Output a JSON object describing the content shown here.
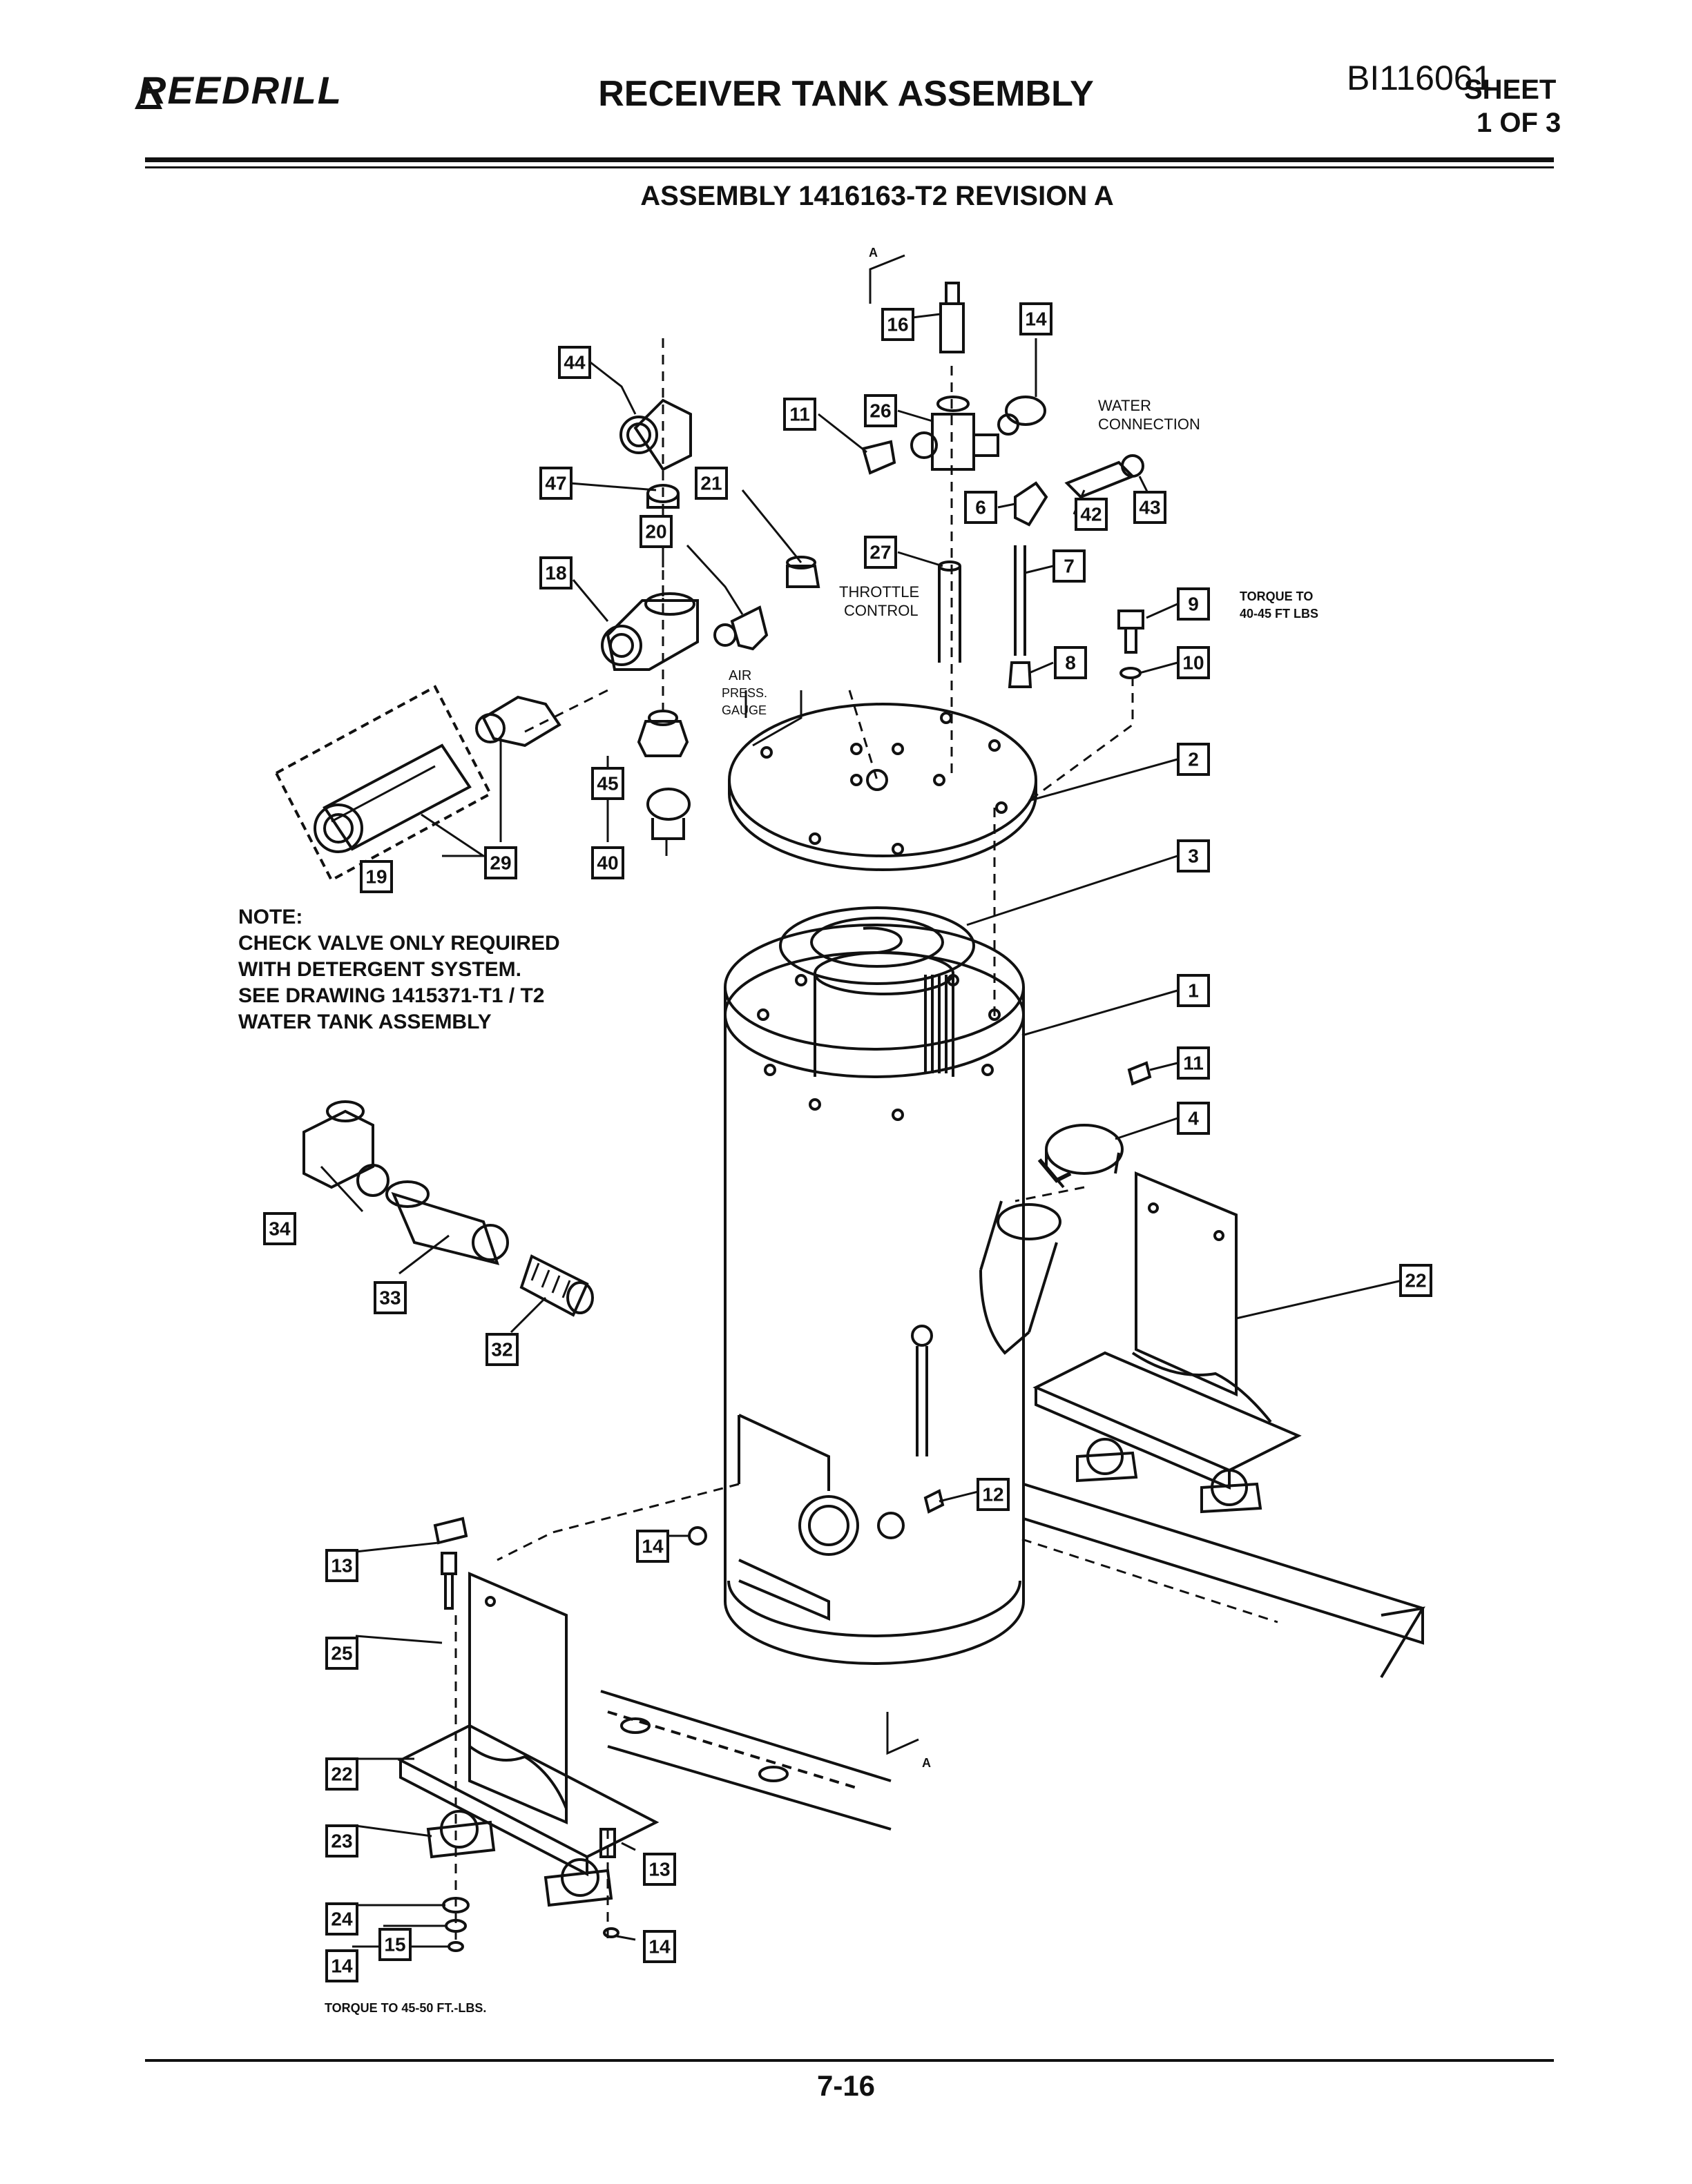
{
  "header": {
    "logo_text": "REEDRILL",
    "title": "RECEIVER TANK ASSEMBLY",
    "doc_id": "BI116061",
    "sheet_line1": "SHEET",
    "sheet_line2": "1 OF 3"
  },
  "subtitle": "ASSEMBLY 1416163-T2 REVISION A",
  "note": {
    "line1": "NOTE:",
    "line2": "CHECK VALVE ONLY REQUIRED",
    "line3": "WITH DETERGENT SYSTEM.",
    "line4": "SEE DRAWING 1415371-T1 / T2",
    "line5": "WATER TANK ASSEMBLY"
  },
  "callouts": {
    "water_connection_1": "WATER",
    "water_connection_2": "CONNECTION",
    "throttle_1": "THROTTLE",
    "throttle_2": "CONTROL",
    "air_1": "AIR",
    "air_2": "PRESS.",
    "air_3": "GAUGE",
    "torque_9_1": "TORQUE TO",
    "torque_9_2": "40-45 FT LBS",
    "torque_bottom": "TORQUE TO 45-50 FT.-LBS.",
    "section_a": "A"
  },
  "part_numbers": {
    "p44": "44",
    "p47": "47",
    "p20": "20",
    "p21": "21",
    "p18": "18",
    "p16": "16",
    "p14a": "14",
    "p11a": "11",
    "p26": "26",
    "p6": "6",
    "p42": "42",
    "p43": "43",
    "p27": "27",
    "p7": "7",
    "p9": "9",
    "p8": "8",
    "p10": "10",
    "p2": "2",
    "p3": "3",
    "p1": "1",
    "p11b": "11",
    "p4": "4",
    "p22a": "22",
    "p19": "19",
    "p29": "29",
    "p45": "45",
    "p40": "40",
    "p34": "34",
    "p33": "33",
    "p32": "32",
    "p12": "12",
    "p14b": "14",
    "p13a": "13",
    "p25": "25",
    "p22b": "22",
    "p23": "23",
    "p24": "24",
    "p15": "15",
    "p14c": "14",
    "p13b": "13",
    "p14d": "14"
  },
  "footer": {
    "page_number": "7-16"
  }
}
